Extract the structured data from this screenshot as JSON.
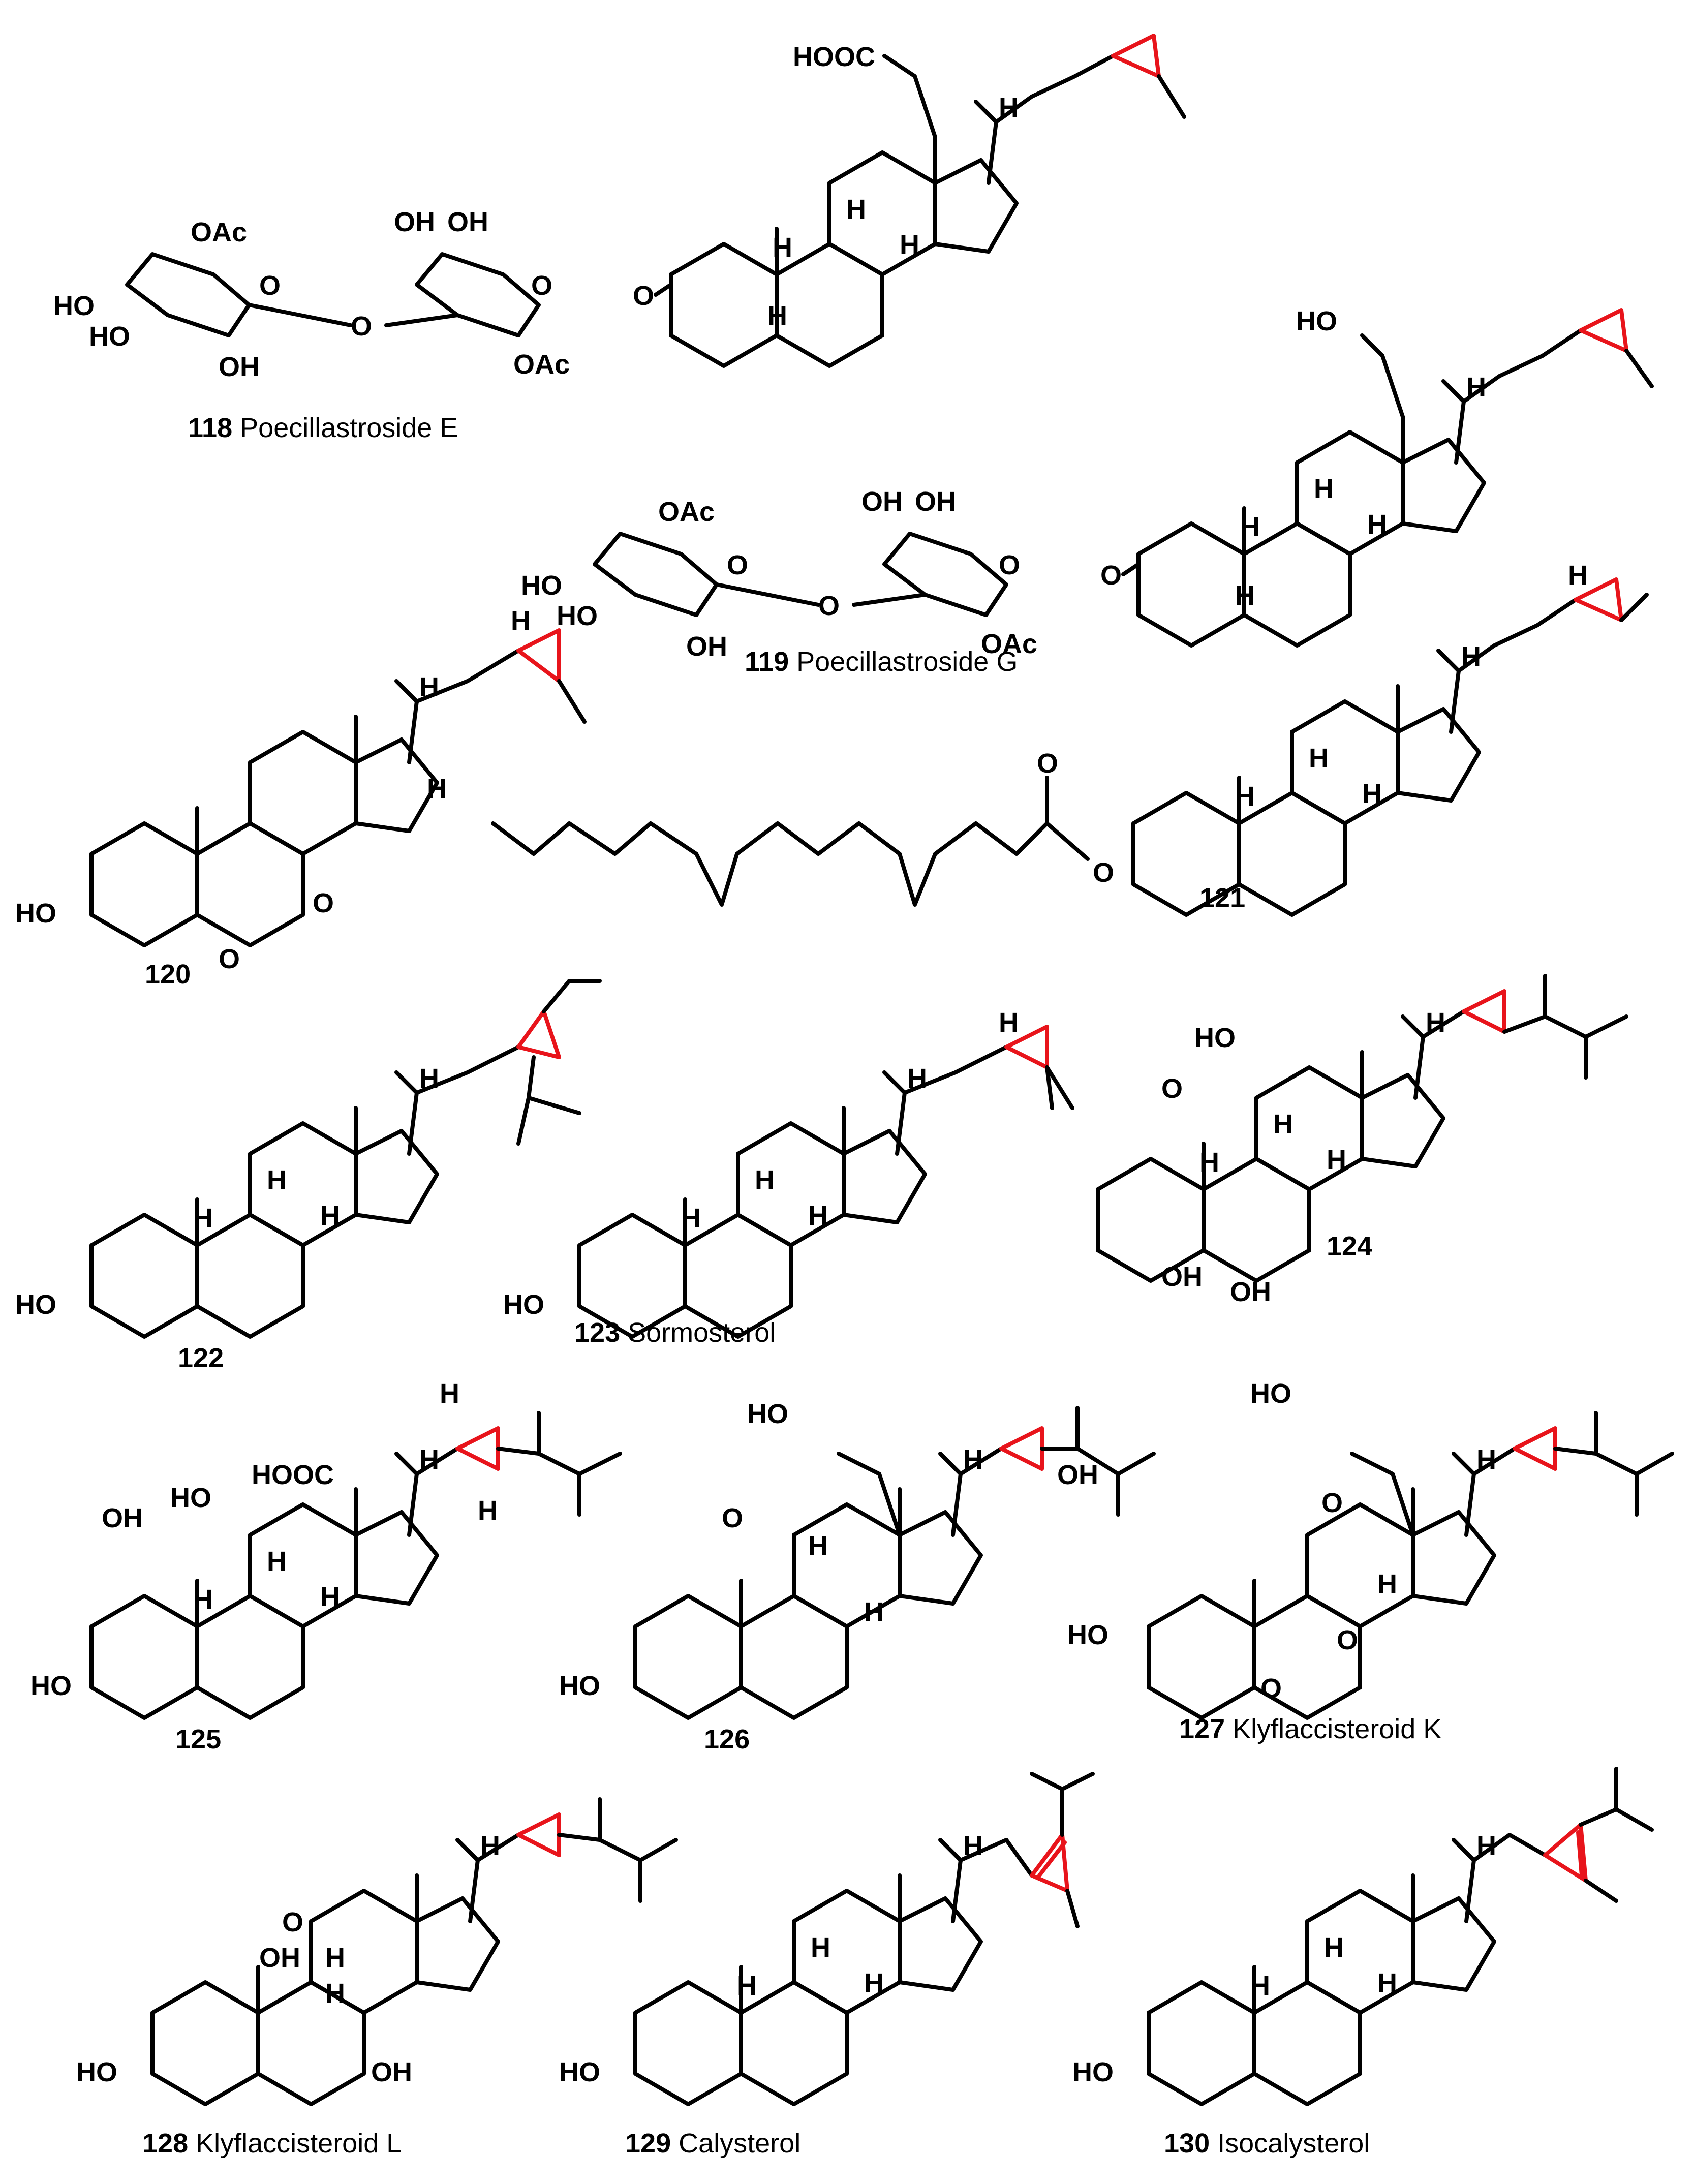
{
  "compounds": [
    {
      "number": "118",
      "name": "Poecillastroside E"
    },
    {
      "number": "119",
      "name": "Poecillastroside G"
    },
    {
      "number": "120",
      "name": ""
    },
    {
      "number": "121",
      "name": ""
    },
    {
      "number": "122",
      "name": ""
    },
    {
      "number": "123",
      "name": "Sormosterol"
    },
    {
      "number": "124",
      "name": ""
    },
    {
      "number": "125",
      "name": ""
    },
    {
      "number": "126",
      "name": ""
    },
    {
      "number": "127",
      "name": "Klyflaccisteroid K"
    },
    {
      "number": "128",
      "name": "Klyflaccisteroid L"
    },
    {
      "number": "129",
      "name": "Calysterol"
    },
    {
      "number": "130",
      "name": "Isocalysterol"
    }
  ],
  "atom_labels": {
    "HOOC": "HOOC",
    "H": "H",
    "HO": "HO",
    "OH": "OH",
    "OAc": "OAc",
    "O": "O"
  },
  "colors": {
    "bond": "#000000",
    "cyclopropane_highlight": "#e8141b"
  }
}
